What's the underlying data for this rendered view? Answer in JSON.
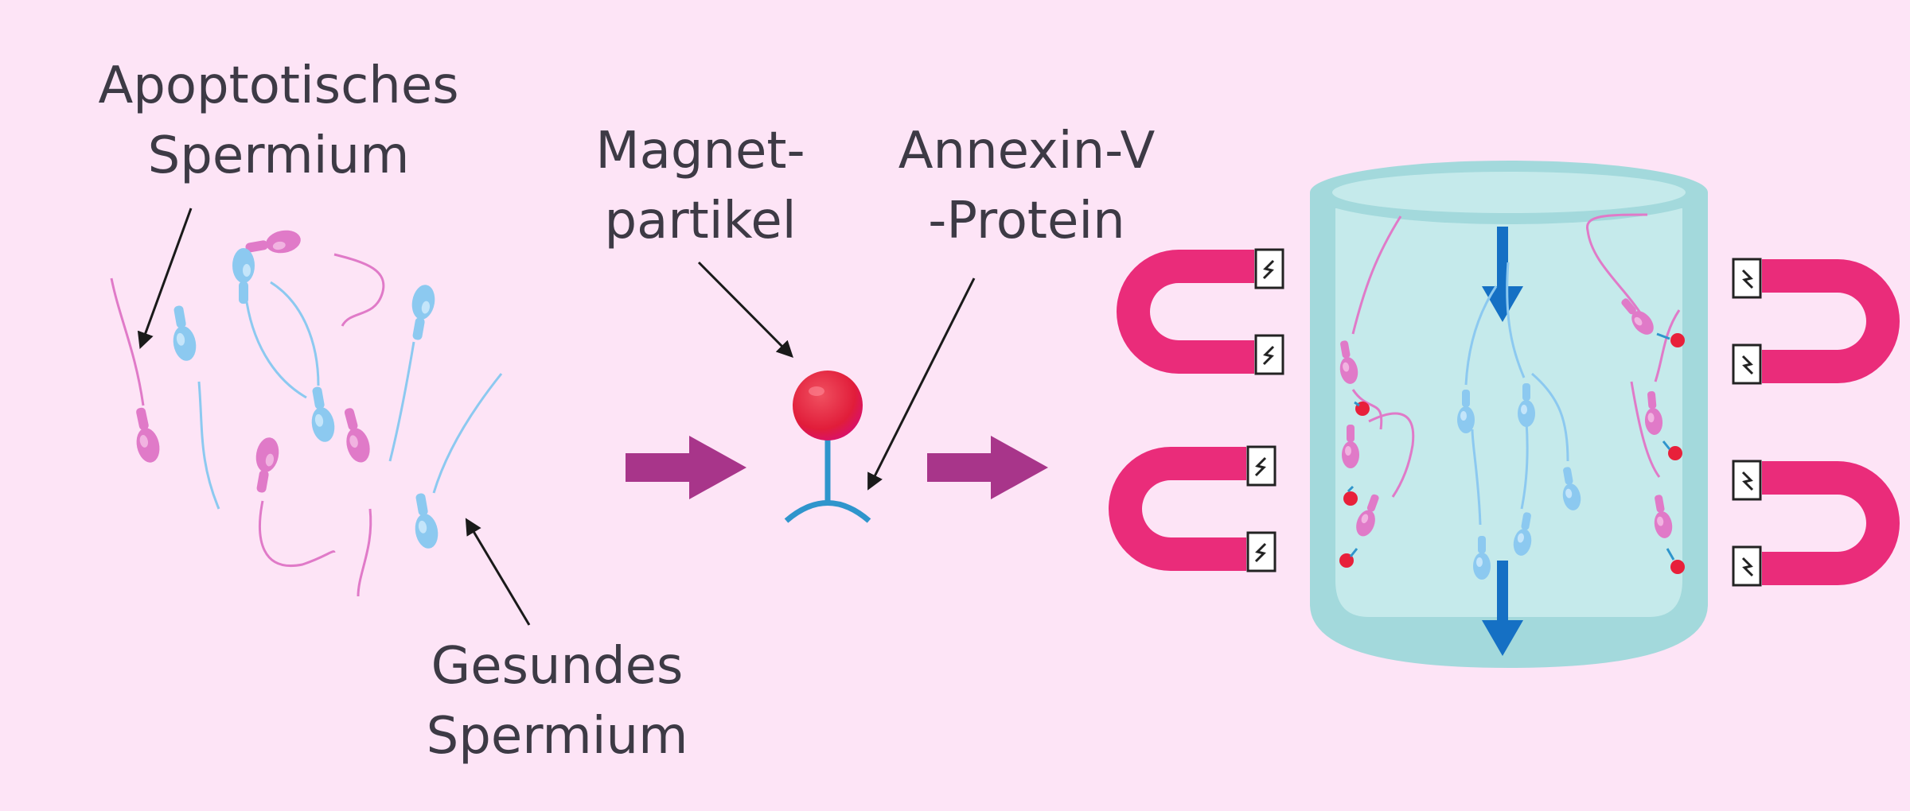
{
  "labels": {
    "apoptotic": [
      "Apoptotisches",
      "Spermium"
    ],
    "healthy": [
      "Gesundes",
      "Spermium"
    ],
    "magnetic": [
      "Magnet-",
      "partikel"
    ],
    "annexin": [
      "Annexin-V",
      "-Protein"
    ]
  },
  "colors": {
    "background": "#fde4f6",
    "apoptotic_sperm": "#e07ac8",
    "healthy_sperm": "#8cc9f0",
    "process_arrow": "#a8358a",
    "magnetic_bead": "#e8203a",
    "protein": "#2f95cc",
    "magnet": "#ea2c7a",
    "column_outer": "#a3d9dc",
    "column_inner": "#c5eaeb",
    "flow_arrow": "#1570c4"
  },
  "icons": {
    "arrow_1": "process-arrow",
    "arrow_2": "process-arrow",
    "probe": "annexin-magnetic-probe",
    "column": "mac-column",
    "magnets": "horseshoe-magnet-icon"
  }
}
